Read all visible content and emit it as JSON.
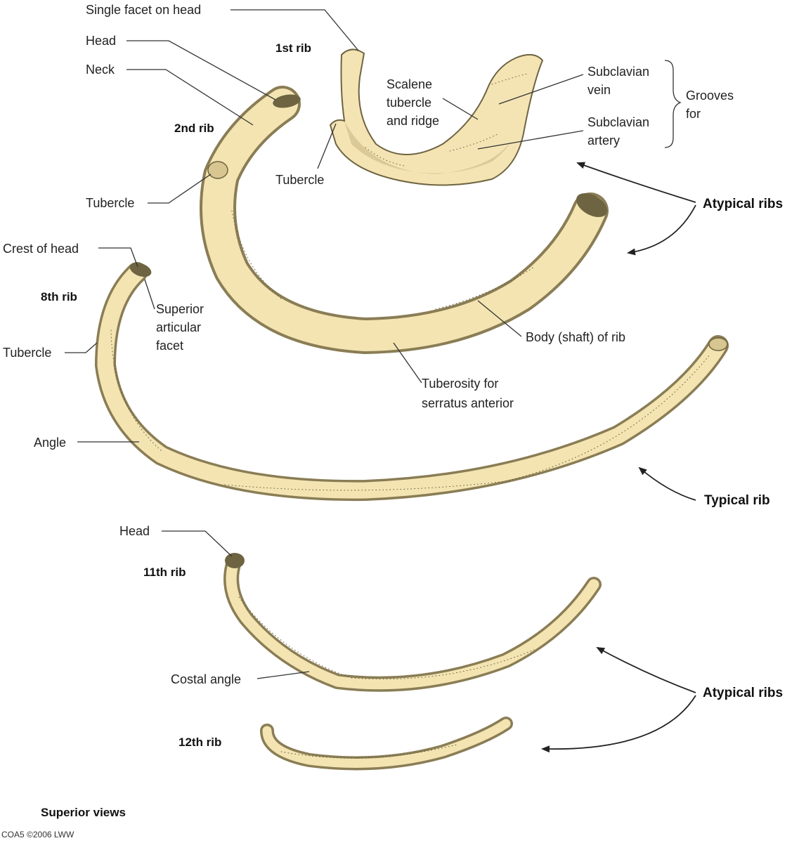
{
  "labels": {
    "single_facet_on_head": "Single facet on head",
    "head_2nd": "Head",
    "neck": "Neck",
    "rib_1st": "1st rib",
    "rib_2nd": "2nd rib",
    "tubercle_2nd": "Tubercle",
    "tubercle_1st": "Tubercle",
    "scalene_1": "Scalene",
    "scalene_2": "tubercle",
    "scalene_3": "and ridge",
    "subclavian_vein_1": "Subclavian",
    "subclavian_vein_2": "vein",
    "subclavian_artery_1": "Subclavian",
    "subclavian_artery_2": "artery",
    "grooves_1": "Grooves",
    "grooves_2": "for",
    "atypical_ribs_top": "Atypical ribs",
    "crest_of_head": "Crest of head",
    "rib_8th": "8th rib",
    "superior_1": "Superior",
    "superior_2": "articular",
    "superior_3": "facet",
    "tubercle_8th": "Tubercle",
    "body_shaft": "Body (shaft) of rib",
    "tuberosity_1": "Tuberosity for",
    "tuberosity_2": "serratus anterior",
    "angle": "Angle",
    "typical_rib": "Typical rib",
    "head_11th": "Head",
    "rib_11th": "11th rib",
    "costal_angle": "Costal angle",
    "atypical_ribs_bottom": "Atypical ribs",
    "rib_12th": "12th rib",
    "superior_views": "Superior views",
    "credit": "COA5 ©2006 LWW"
  },
  "colors": {
    "bone": "#f4e4b4",
    "bone_shadow": "#8a7d55",
    "ink": "#222222"
  }
}
